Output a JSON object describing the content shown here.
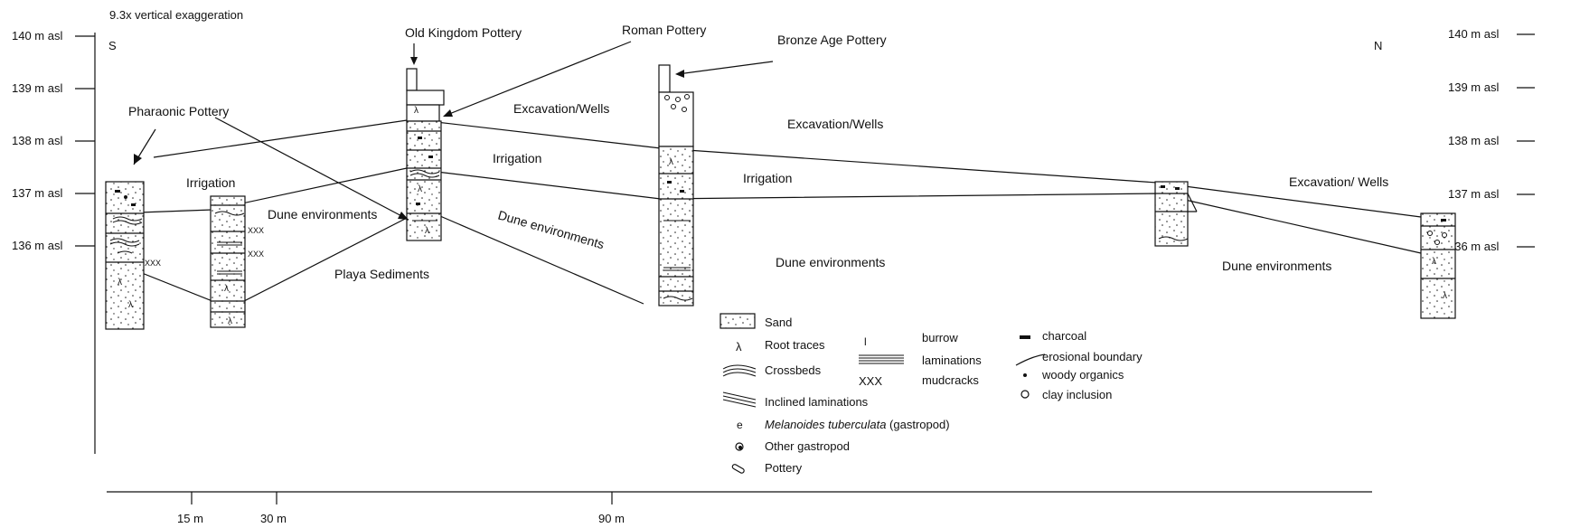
{
  "header": {
    "exaggeration": "9.3x vertical exaggeration",
    "south": "S",
    "north": "N"
  },
  "elevation_labels": [
    "140 m asl",
    "139 m asl",
    "138 m asl",
    "137 m asl",
    "136 m asl"
  ],
  "distance_labels": [
    "15 m",
    "30 m",
    "90 m"
  ],
  "pottery_labels": {
    "pharaonic": "Pharaonic Pottery",
    "old_kingdom": "Old Kingdom Pottery",
    "roman": "Roman Pottery",
    "bronze_age": "Bronze Age Pottery"
  },
  "unit_labels": {
    "irrigation_1": "Irrigation",
    "irrigation_2": "Irrigation",
    "irrigation_3": "Irrigation",
    "excavation_1": "Excavation/Wells",
    "excavation_2": "Excavation/Wells",
    "excavation_3": "Excavation/ Wells",
    "dune_1": "Dune environments",
    "dune_2": "Dune environments",
    "dune_3": "Dune environments",
    "dune_4": "Dune environments",
    "playa": "Playa Sediments"
  },
  "legend": {
    "sand": "Sand",
    "root_traces": "Root traces",
    "crossbeds": "Crossbeds",
    "inclined_laminations": "Inclined laminations",
    "melanoides_species": "Melanoides tuberculata",
    "melanoides_common": "(gastropod)",
    "other_gastropod": "Other gastropod",
    "pottery": "Pottery",
    "burrow": "burrow",
    "laminations": "laminations",
    "mudcracks": "mudcracks",
    "charcoal": "charcoal",
    "erosional_boundary": "erosional boundary",
    "woody_organics": "woody organics",
    "clay_inclusion": "clay inclusion"
  },
  "icons": {
    "root": "λ",
    "mudcracks": "XXX",
    "burrow": "Ɩ"
  }
}
